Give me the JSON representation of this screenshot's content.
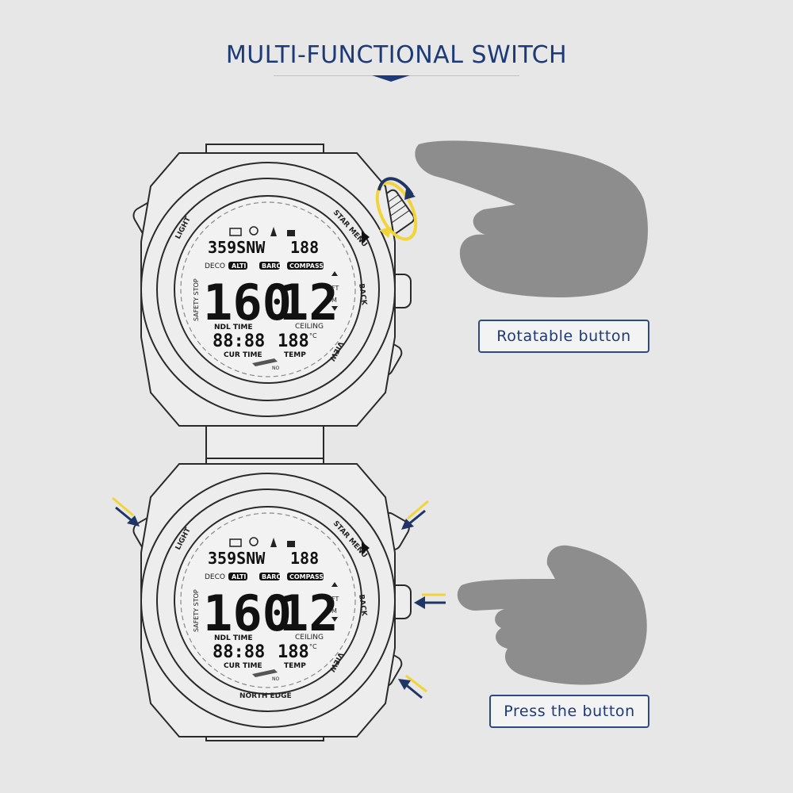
{
  "title": "MULTI-FUNCTIONAL SWITCH",
  "labels": {
    "rotatable": "Rotatable button",
    "press": "Press the button"
  },
  "watch": {
    "bezel_light": "LIGHT",
    "bezel_star_menu": "STAR MENU",
    "bezel_back": "BACK",
    "bezel_view": "VIEW",
    "brand": "NORTH EDGE",
    "heading": "359SNW",
    "heading_right": "188",
    "tag_deco": "DECO",
    "tag_alti": "ALTI",
    "tag_baro": "BARO",
    "tag_compass": "COMPASS",
    "safety_stop": "SAFETY STOP",
    "big_left": "160",
    "big_right": "12",
    "ndl_time": "NDL TIME",
    "ceiling": "CEILING",
    "unit_ft": "FT",
    "unit_m": "M",
    "cur_time_value": "88:88",
    "temp_value": "188",
    "temp_unit": "°C",
    "cur_time": "CUR TIME",
    "temp": "TEMP",
    "no": "NO"
  },
  "colors": {
    "title_blue": "#1d3a78",
    "arrow_navy": "#1f3566",
    "arrow_yellow": "#f2d43a",
    "hand_gray": "#8d8d8d"
  },
  "icons": [
    "rotate-arrow-icon",
    "press-arrow-icon",
    "hand-pointing-icon",
    "battery-icon",
    "weather-icon",
    "bell-icon",
    "lock-icon",
    "dive-icon"
  ]
}
